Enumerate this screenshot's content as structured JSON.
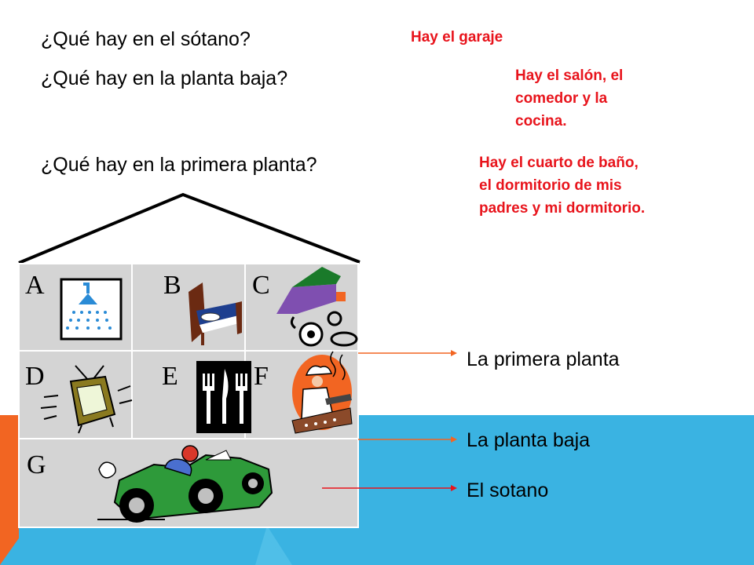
{
  "questions": {
    "q1": "¿Qué hay en el sótano?",
    "q2": "¿Qué hay en la planta baja?",
    "q3": "¿Qué hay en la primera planta?"
  },
  "answers": {
    "a1": "Hay el garaje",
    "a2_line1": "Hay el salón, el",
    "a2_line2": "comedor y la",
    "a2_line3": "cocina.",
    "a3_line1": "Hay el cuarto de baño,",
    "a3_line2": "el dormitorio de mis",
    "a3_line3": "padres y mi dormitorio."
  },
  "rooms": {
    "A": "A",
    "B": "B",
    "C": "C",
    "D": "D",
    "E": "E",
    "F": "F",
    "G": "G"
  },
  "floor_labels": {
    "first": "La primera planta",
    "ground": "La planta baja",
    "basement": "El sotano"
  },
  "colors": {
    "orange": "#f26522",
    "blue": "#3ab3e2",
    "red": "#e8141c",
    "cell": "#d4d4d4"
  }
}
